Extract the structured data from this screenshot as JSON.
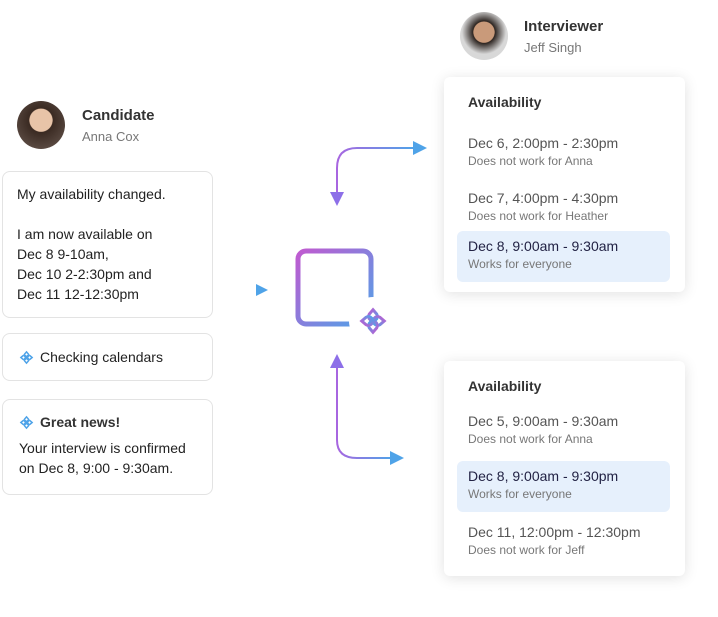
{
  "candidate": {
    "role": "Candidate",
    "name": "Anna Cox"
  },
  "interviewer": {
    "role": "Interviewer",
    "name": "Jeff Singh"
  },
  "message": {
    "line1": "My availability changed.",
    "line2": "I am now available on",
    "line3": "Dec 8  9-10am,",
    "line4": "Dec 10 2-2:30pm and",
    "line5": "Dec 11 12-12:30pm"
  },
  "checking": {
    "label": "Checking calendars"
  },
  "news": {
    "title": "Great news!",
    "line1": "Your interview is confirmed",
    "line2": "on Dec 8, 9:00 - 9:30am."
  },
  "panels": [
    {
      "title": "Availability",
      "slots": [
        {
          "time": "Dec 6, 2:00pm - 2:30pm",
          "status": "Does not work for Anna"
        },
        {
          "time": "Dec 7, 4:00pm - 4:30pm",
          "status": "Does not work for Heather"
        },
        {
          "time": "Dec 8, 9:00am - 9:30am",
          "status": "Works for everyone"
        }
      ]
    },
    {
      "title": "Availability",
      "slots": [
        {
          "time": "Dec 5, 9:00am - 9:30am",
          "status": "Does not work for Anna"
        },
        {
          "time": "Dec 8, 9:00am - 9:30pm",
          "status": "Works for everyone"
        },
        {
          "time": "Dec 11, 12:00pm - 12:30pm",
          "status": "Does not work for Jeff"
        }
      ]
    }
  ],
  "colors": {
    "purple": "#b45fd6",
    "blue": "#4fa3e8",
    "red": "#e8506a",
    "highlight": "#e6f0fc"
  }
}
